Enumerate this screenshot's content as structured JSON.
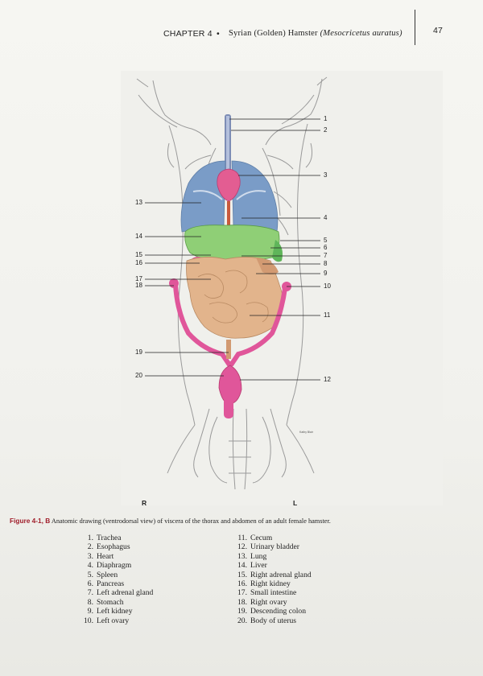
{
  "header": {
    "chapter": "CHAPTER 4",
    "bullet": "•",
    "title_plain": "Syrian (Golden) Hamster",
    "title_italic": "(Mesocricetus auratus)",
    "page_number": "47"
  },
  "figure": {
    "callouts_right": [
      "1",
      "2",
      "3",
      "4",
      "5",
      "6",
      "7",
      "8",
      "9",
      "10",
      "11",
      "12"
    ],
    "callouts_left": [
      "13",
      "14",
      "15",
      "16",
      "17",
      "18",
      "19",
      "20"
    ],
    "side_left": "R",
    "side_right": "L",
    "artist_signature": "Kathy Blair",
    "colors": {
      "lung": "#7a9cc7",
      "liver": "#8fcf76",
      "heart": "#e35d92",
      "kidney_uterus": "#e0569a",
      "intestine": "#e2b48c",
      "trachea": "#7d8db5",
      "skeleton": "#9a9a9a"
    }
  },
  "caption": {
    "label": "Figure 4-1, B",
    "text": "Anatomic drawing (ventrodorsal view) of viscera of the thorax and abdomen of an adult female hamster."
  },
  "legend_left": [
    {
      "num": "1.",
      "label": "Trachea"
    },
    {
      "num": "2.",
      "label": "Esophagus"
    },
    {
      "num": "3.",
      "label": "Heart"
    },
    {
      "num": "4.",
      "label": "Diaphragm"
    },
    {
      "num": "5.",
      "label": "Spleen"
    },
    {
      "num": "6.",
      "label": "Pancreas"
    },
    {
      "num": "7.",
      "label": "Left adrenal gland"
    },
    {
      "num": "8.",
      "label": "Stomach"
    },
    {
      "num": "9.",
      "label": "Left kidney"
    },
    {
      "num": "10.",
      "label": "Left ovary"
    }
  ],
  "legend_right": [
    {
      "num": "11.",
      "label": "Cecum"
    },
    {
      "num": "12.",
      "label": "Urinary bladder"
    },
    {
      "num": "13.",
      "label": "Lung"
    },
    {
      "num": "14.",
      "label": "Liver"
    },
    {
      "num": "15.",
      "label": "Right adrenal gland"
    },
    {
      "num": "16.",
      "label": "Right kidney"
    },
    {
      "num": "17.",
      "label": "Small intestine"
    },
    {
      "num": "18.",
      "label": "Right ovary"
    },
    {
      "num": "19.",
      "label": "Descending colon"
    },
    {
      "num": "20.",
      "label": "Body of uterus"
    }
  ]
}
